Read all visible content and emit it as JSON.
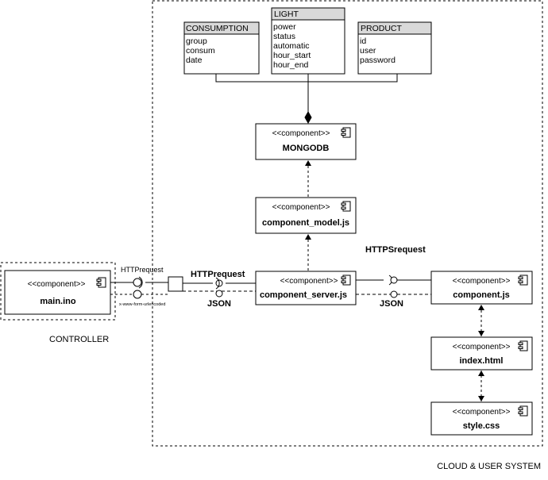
{
  "tables": [
    {
      "title": "CONSUMPTION",
      "fields": [
        "group",
        "consum",
        "date"
      ]
    },
    {
      "title": "LIGHT",
      "fields": [
        "power",
        "status",
        "automatic",
        "hour_start",
        "hour_end"
      ]
    },
    {
      "title": "PRODUCT",
      "fields": [
        "id",
        "user",
        "password"
      ]
    }
  ],
  "stereotype": "<<component>>",
  "components": {
    "mongodb": "MONGODB",
    "model": "component_model.js",
    "server": "component_server.js",
    "client": "component.js",
    "index": "index.html",
    "style": "style.css",
    "controller": "main.ino"
  },
  "labels": {
    "http_small": "HTTPrequest",
    "form_encoding": "x-www-form-urlencoded",
    "http_large": "HTTPrequest",
    "json_left": "JSON",
    "https": "HTTPSrequest",
    "json_right": "JSON",
    "controller_region": "CONTROLLER",
    "cloud_region": "CLOUD & USER SYSTEM"
  },
  "colors": {
    "table_header": "#d9d9d9",
    "line": "#000000",
    "background": "#ffffff"
  }
}
